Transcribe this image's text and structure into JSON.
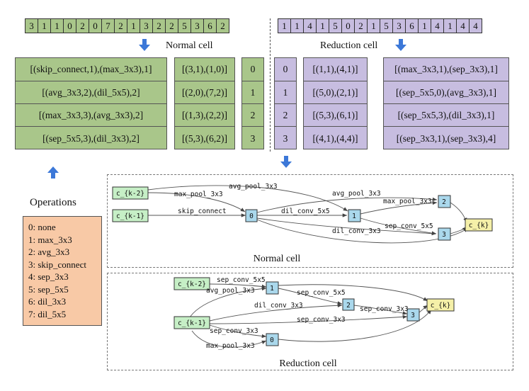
{
  "normal_sequence": [
    "3",
    "1",
    "1",
    "0",
    "2",
    "0",
    "7",
    "2",
    "1",
    "3",
    "2",
    "2",
    "5",
    "3",
    "6",
    "2"
  ],
  "reduction_sequence": [
    "1",
    "1",
    "4",
    "1",
    "5",
    "0",
    "2",
    "1",
    "5",
    "3",
    "6",
    "1",
    "4",
    "1",
    "4",
    "4"
  ],
  "normal_cell_label": "Normal cell",
  "reduction_cell_label": "Reduction cell",
  "normal_table": {
    "ops": [
      "[(skip_connect,1),(max_3x3),1]",
      "[(avg_3x3,2),(dil_5x5),2]",
      "[(max_3x3,3),(avg_3x3),2]",
      "[(sep_5x5,3),(dil_3x3),2]"
    ],
    "pairs": [
      "[(3,1),(1,0)]",
      "[(2,0),(7,2)]",
      "[(1,3),(2,2)]",
      "[(5,3),(6,2)]"
    ],
    "idx": [
      "0",
      "1",
      "2",
      "3"
    ]
  },
  "reduction_table": {
    "idx": [
      "0",
      "1",
      "2",
      "3"
    ],
    "pairs": [
      "[(1,1),(4,1)]",
      "[(5,0),(2,1)]",
      "[(5,3),(6,1)]",
      "[(4,1),(4,4)]"
    ],
    "ops": [
      "[(max_3x3,1),(sep_3x3),1]",
      "[(sep_5x5,0),(avg_3x3),1]",
      "[(sep_5x5,3),(dil_3x3),1]",
      "[(sep_3x3,1),(sep_3x3),4]"
    ]
  },
  "operations": {
    "title": "Operations",
    "items": [
      "0: none",
      "1: max_3x3",
      "2: avg_3x3",
      "3: skip_connect",
      "4: sep_3x3",
      "5: sep_5x5",
      "6: dil_3x3",
      "7: dil_5x5"
    ]
  },
  "normal_graph": {
    "nodes": {
      "ck2": "c_{k-2}",
      "ck1": "c_{k-1}",
      "n0": "0",
      "n1": "1",
      "n2": "2",
      "n3": "3",
      "ck": "c_{k}"
    },
    "edge_labels": {
      "max_pool": "max_pool_3x3",
      "avg_pool_top": "avg_pool_3x3",
      "skip": "skip_connect",
      "dil5": "dil_conv_5x5",
      "avg_pool_2": "avg_pool_3x3",
      "max_pool_2": "max_pool_3x3",
      "dil3": "dil_conv_3x3",
      "sep5": "sep_conv_5x5"
    },
    "caption": "Normal cell"
  },
  "reduction_graph": {
    "nodes": {
      "ck2": "c_{k-2}",
      "ck1": "c_{k-1}",
      "n0": "0",
      "n1": "1",
      "n2": "2",
      "n3": "3",
      "ck": "c_{k}"
    },
    "edge_labels": {
      "sep5_a": "sep_conv_5x5",
      "avg_pool": "avg_pool_3x3",
      "sep5_b": "sep_conv_5x5",
      "dil3": "dil_conv_3x3",
      "sep3_a": "sep_conv_3x3",
      "sep3_b": "sep_conv_3x3",
      "sep3_c": "sep_conv_3x3",
      "max_pool": "max_pool_3x3"
    },
    "caption": "Reduction cell"
  },
  "colors": {
    "green": "#a9c68a",
    "purple": "#c7bde0",
    "peach": "#f8c9a6",
    "node_green": "#c6efc6",
    "node_blue": "#aad8ec",
    "node_yellow": "#f5f0a8",
    "arrow_blue": "#3c78d8"
  }
}
